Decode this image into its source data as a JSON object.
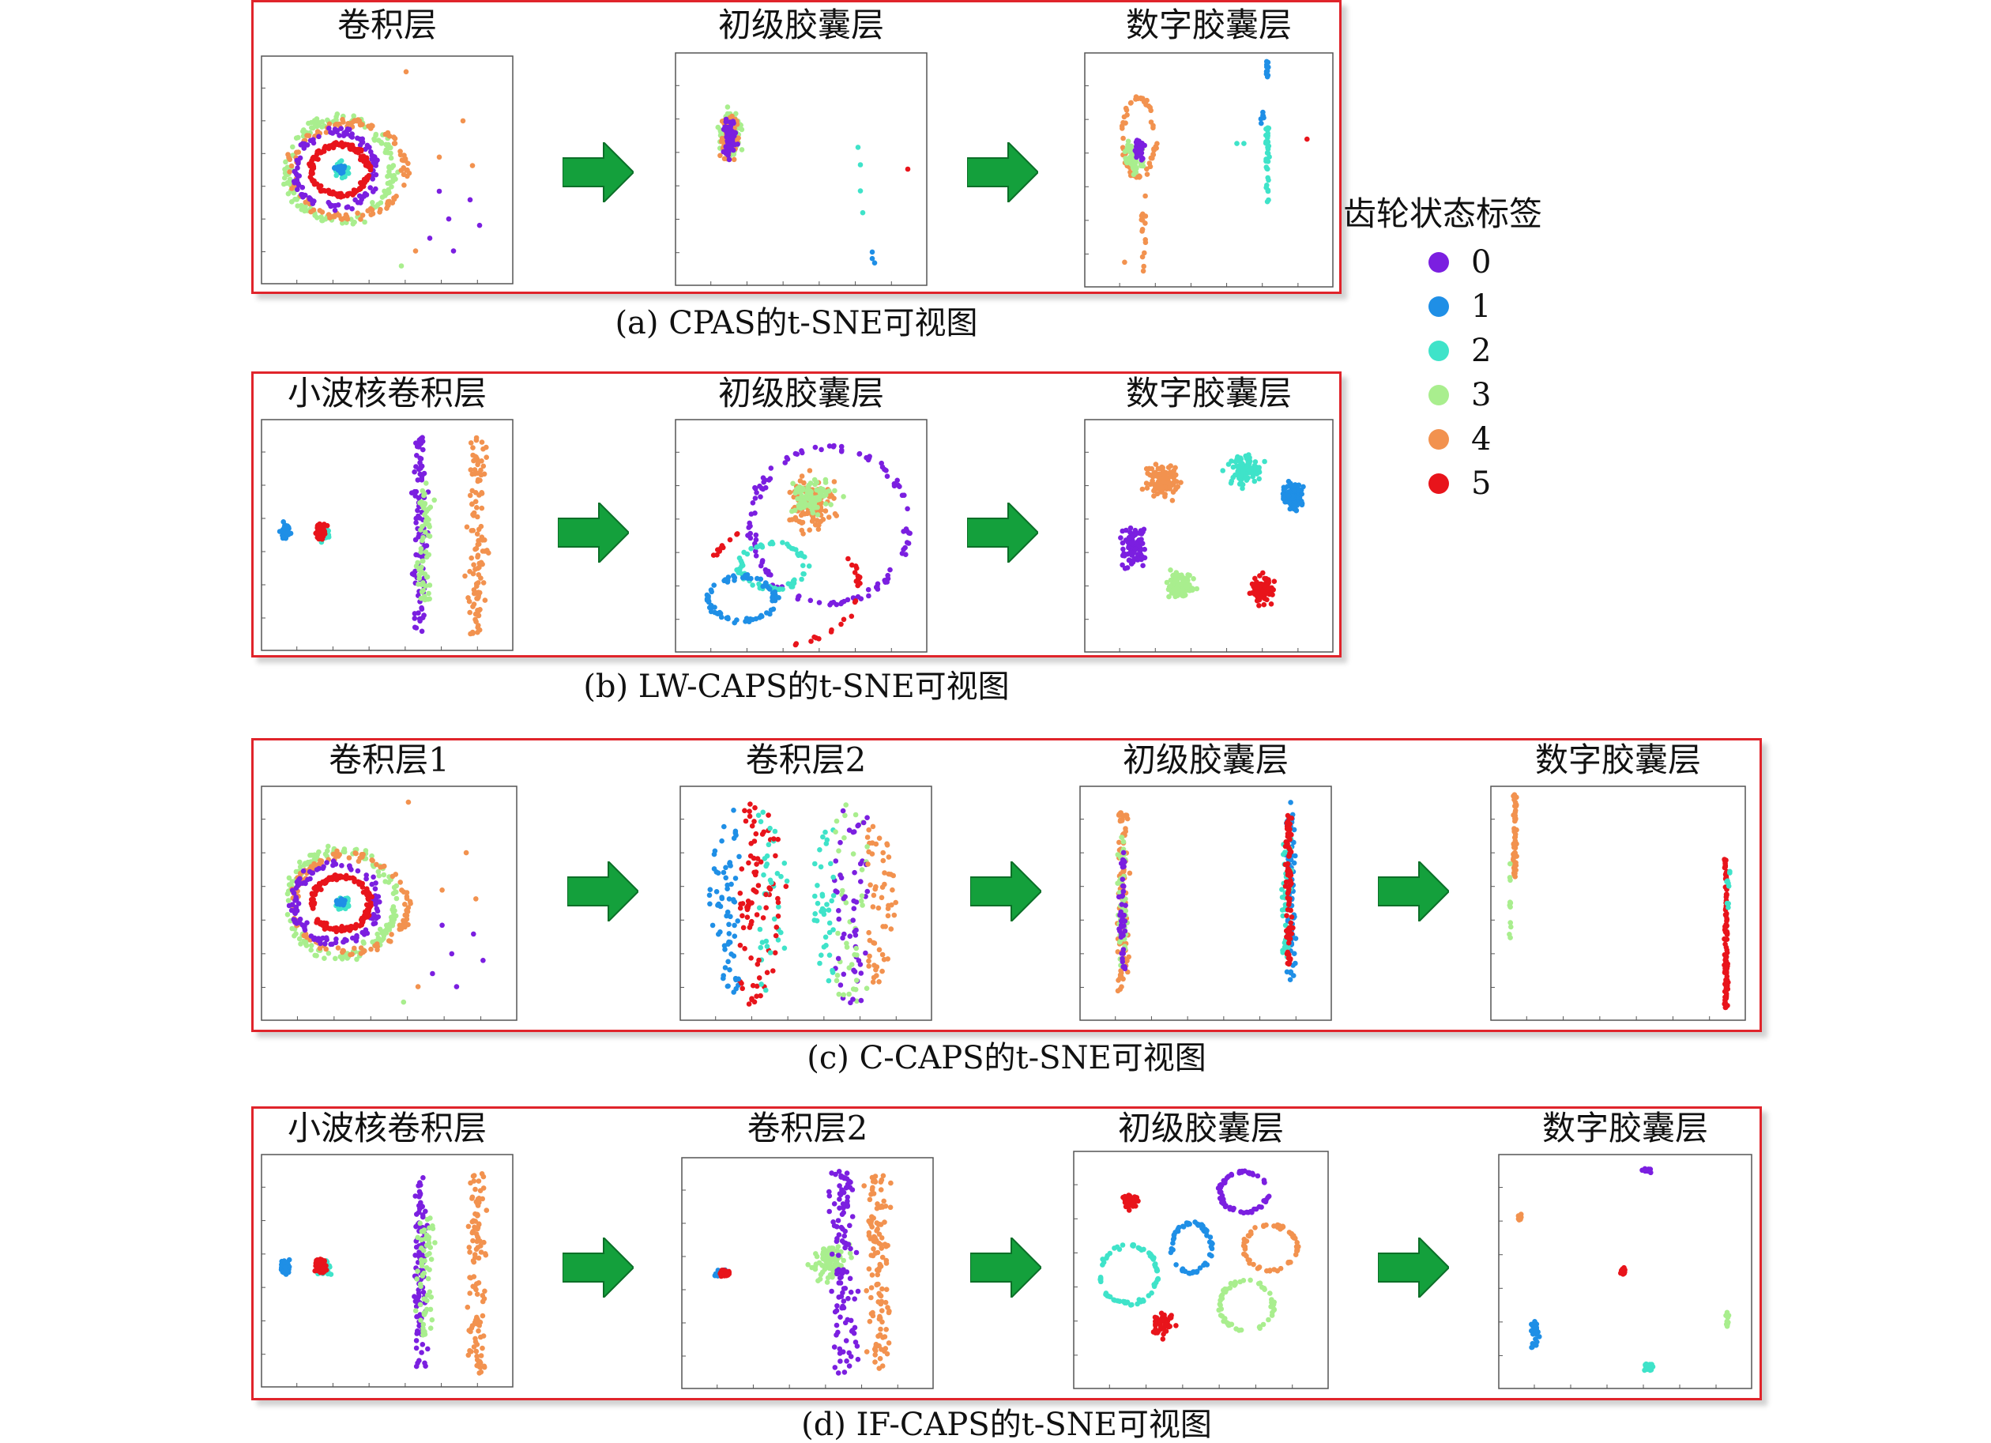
{
  "legend": {
    "title": "齿轮状态标签",
    "classes": [
      {
        "label": "0",
        "color": "#7b1fe0"
      },
      {
        "label": "1",
        "color": "#1f8fe6"
      },
      {
        "label": "2",
        "color": "#3fe3c9"
      },
      {
        "label": "3",
        "color": "#a9ee8e"
      },
      {
        "label": "4",
        "color": "#f2924f"
      },
      {
        "label": "5",
        "color": "#e8141b"
      }
    ]
  },
  "rows": [
    {
      "caption": "(a) CPAS的t-SNE可视图",
      "panels": [
        {
          "title": "卷积层",
          "pattern": "disk"
        },
        {
          "title": "初级胶囊层",
          "pattern": "prim_a"
        },
        {
          "title": "数字胶囊层",
          "pattern": "digit_a"
        }
      ]
    },
    {
      "caption": "(b) LW-CAPS的t-SNE可视图",
      "panels": [
        {
          "title": "小波核卷积层",
          "pattern": "wavelet"
        },
        {
          "title": "初级胶囊层",
          "pattern": "prim_b"
        },
        {
          "title": "数字胶囊层",
          "pattern": "digit_b"
        }
      ]
    },
    {
      "caption": "(c) C-CAPS的t-SNE可视图",
      "panels": [
        {
          "title": "卷积层1",
          "pattern": "disk"
        },
        {
          "title": "卷积层2",
          "pattern": "conv2_c"
        },
        {
          "title": "初级胶囊层",
          "pattern": "prim_c"
        },
        {
          "title": "数字胶囊层",
          "pattern": "digit_c"
        }
      ]
    },
    {
      "caption": "(d) IF-CAPS的t-SNE可视图",
      "panels": [
        {
          "title": "小波核卷积层",
          "pattern": "wavelet"
        },
        {
          "title": "卷积层2",
          "pattern": "conv2_d"
        },
        {
          "title": "初级胶囊层",
          "pattern": "prim_d"
        },
        {
          "title": "数字胶囊层",
          "pattern": "digit_d"
        }
      ]
    }
  ]
}
